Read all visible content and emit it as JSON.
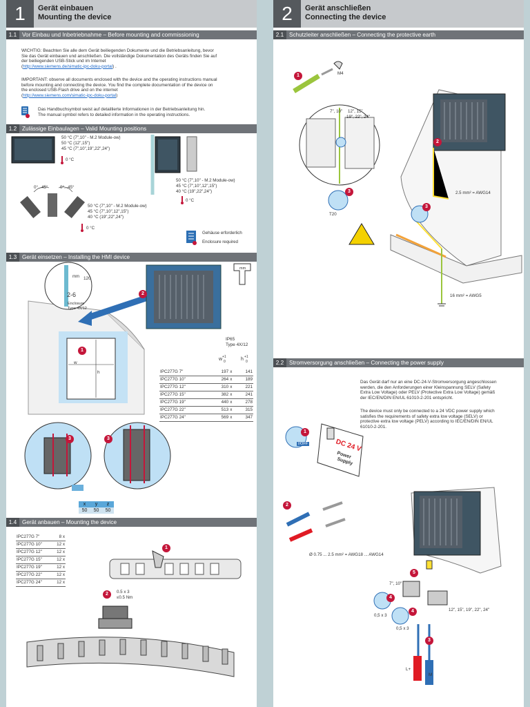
{
  "s1": {
    "number": "1",
    "title_de": "Gerät einbauen",
    "title_en": "Mounting the device"
  },
  "s2": {
    "number": "2",
    "title_de": "Gerät anschließen",
    "title_en": "Connecting the device"
  },
  "s11": {
    "num": "1.1",
    "title": "Vor Einbau und Inbetriebnahme – Before mounting and commissioning",
    "de": [
      "WICHTIG: Beachten Sie alle dem Gerät beiliegenden Dokumente und die Betriebsanleitung, bevor",
      "Sie das Gerät einbauen und anschließen. Die vollständige Dokumentation des Geräts finden Sie auf",
      "der beiliegenden USB-Stick und im Internet"
    ],
    "link": "http://www.siemens.de/simatic-ipc-doku-portal",
    "en": [
      "IMPORTANT: observe all documents enclosed with the device and the operating instructions manual",
      "before mounting and connecting the device. You find the complete documentation of the device on",
      "the enclosed USB-Flash drive and on the internet"
    ],
    "link2": "http://www.siemens.com/simatic-ipc-doku-portal",
    "sym": [
      "Das Handbuchsymbol weist auf detaillierte Informationen in der Betriebsanleitung hin.",
      "The manual symbol refers to detailed information in the operating instructions."
    ]
  },
  "s12": {
    "num": "1.2",
    "title": "Zulässige Einbaulagen – Valid Mounting positions",
    "a": [
      "50 °C (7\",10\" - M.2 Module-ow)",
      "50 °C (12\",15\")",
      "45 °C (7\",10\",19\",22\",24\")"
    ],
    "b": [
      "50 °C (7\",10\" - M.2 Module-ow)",
      "45 °C (7\",10\",12\",15\")",
      "40 °C (19\",22\",24\")"
    ],
    "c": [
      "50 °C (7\",10\" - M.2 Module-ow)",
      "45 °C (7\",10\",12\",15\")",
      "40 °C (19\",22\",24\")"
    ],
    "zero": "0 °C",
    "ang1": "0°...45°",
    "ang2": "0°...45°",
    "encl_de": "Gehäuse erforderlich",
    "encl_en": "Enclosure required"
  },
  "s13": {
    "num": "1.3",
    "title": "Gerät einsetzen – Installing the HMI device",
    "mm": "mm",
    "b120": "120",
    "r26": "2-6",
    "encl": "Enclosure",
    "type": "Type 4X/12",
    "ip": "IP65",
    "ip2": "Type 4X/12",
    "col_w": "w",
    "col_h": "h",
    "tol": "+1",
    "tol0": "0",
    "rows": [
      [
        "IPC277G 7\"",
        "197",
        "x",
        "141"
      ],
      [
        "IPC277G 10\"",
        "264",
        "x",
        "189"
      ],
      [
        "IPC277G 12\"",
        "310",
        "x",
        "221"
      ],
      [
        "IPC277G 15\"",
        "382",
        "x",
        "241"
      ],
      [
        "IPC277G 19\"",
        "440",
        "x",
        "278"
      ],
      [
        "IPC277G 22\"",
        "513",
        "x",
        "315"
      ],
      [
        "IPC277G 24\"",
        "569",
        "x",
        "347"
      ]
    ],
    "xyz_h": [
      "x",
      "y",
      "z"
    ],
    "xyz_v": [
      "50",
      "50",
      "50"
    ]
  },
  "s14": {
    "num": "1.4",
    "title": "Gerät anbauen – Mounting the device",
    "rows": [
      [
        "IPC277G 7\"",
        "8 x"
      ],
      [
        "IPC277G 10\"",
        "12 x"
      ],
      [
        "IPC277G 12\"",
        "12 x"
      ],
      [
        "IPC277G 15\"",
        "12 x"
      ],
      [
        "IPC277G 19\"",
        "12 x"
      ],
      [
        "IPC277G 22\"",
        "12 x"
      ],
      [
        "IPC277G 24\"",
        "12 x"
      ]
    ],
    "torque1": "0.5 x 3",
    "torque2": "≤0.5 Nm"
  },
  "s21": {
    "num": "2.1",
    "title": "Schutzleiter anschließen – Connecting the protective earth",
    "m4": "M4",
    "t20": "T20",
    "sz1": "7\", 10\"",
    "sz2": "12\", 15\"",
    "sz3": "19\", 22\", 24\"",
    "awg14": "2.5 mm² = AWG14",
    "awg5": "16 mm² = AWG5"
  },
  "s22": {
    "num": "2.2",
    "title": "Stromversorgung anschließen – Connecting the power supply",
    "de": [
      "Das Gerät darf nur an eine DC-24-V-Stromversorgung angeschlossen",
      "werden, die den Anforderungen einer Kleinspannung SELV (Safety",
      "Extra Low Voltage) oder PELV (Protective Extra Low Voltage) gemäß",
      "der IEC/EN/DIN EN/UL 61010-2-201 entspricht."
    ],
    "en": [
      "The device must only be connected to a 24 VDC power supply which",
      "satisfies the requirements of safety extra low voltage (SELV) or",
      "protective extra low voltage  (PELV) according to IEC/EN/DIN EN/UL",
      "61010-2-201."
    ],
    "onoff": "I/OFF",
    "dc": "DC 24 V",
    "ps1": "Power",
    "ps2": "Supply",
    "wire": "Ø 0.75 ... 2.5 mm² = AWG18 ... AWG14",
    "s710": "7\", 10\"",
    "sbig": "12\", 15\", 19\", 22\", 24\"",
    "t1": "0,5 x 3",
    "t2": "0,5 x 3",
    "lp": "L+",
    "m": "M"
  },
  "callouts": {
    "c1": "1",
    "c2": "2",
    "c3": "3",
    "c4": "4",
    "c5": "5"
  }
}
